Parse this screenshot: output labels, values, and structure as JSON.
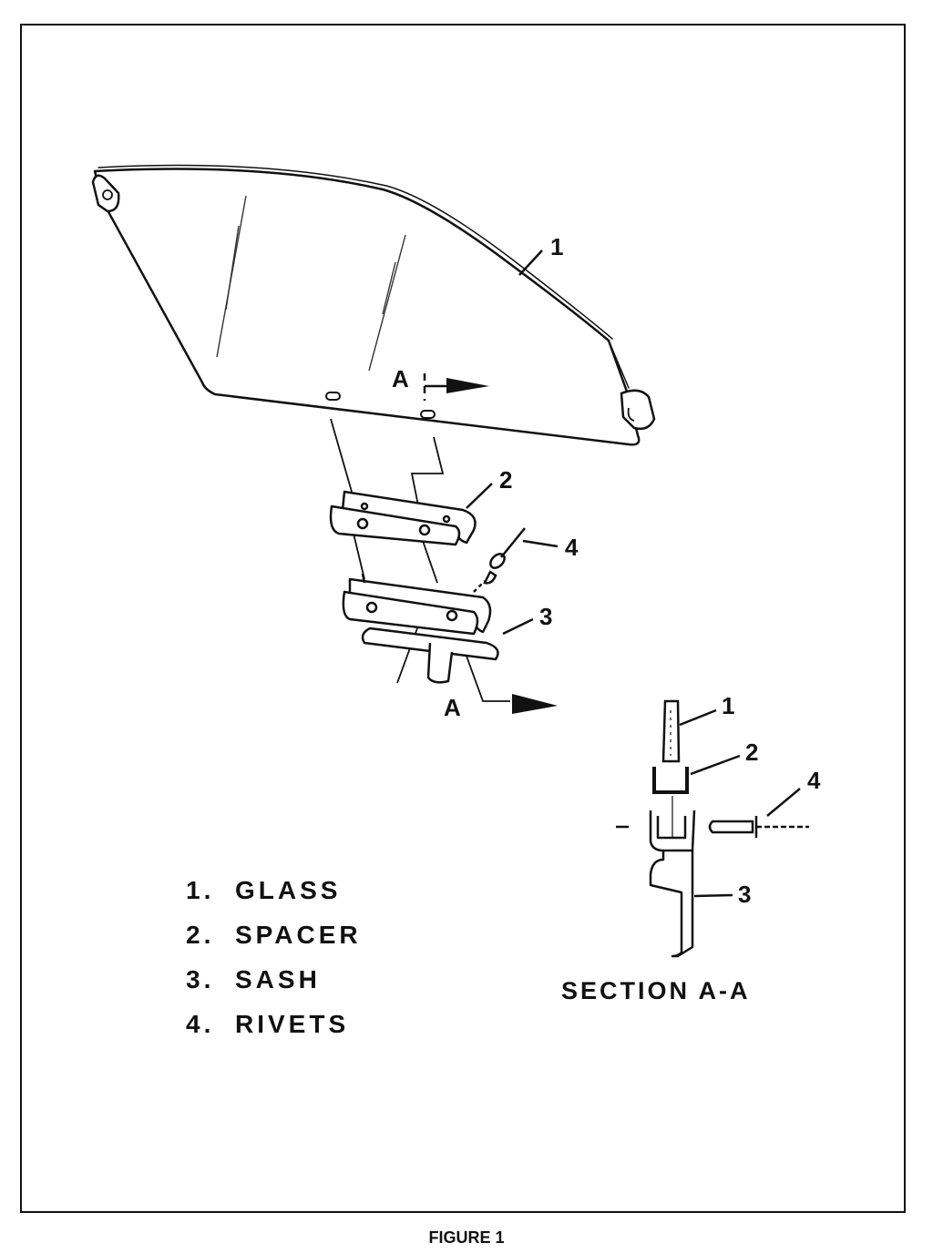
{
  "figure": {
    "caption": "FIGURE 1",
    "callouts": {
      "glass": "1",
      "spacer": "2",
      "rivets": "4",
      "sash": "3",
      "section_top": "A",
      "section_bottom": "A"
    },
    "legend": [
      {
        "num": "1.",
        "label": "GLASS"
      },
      {
        "num": "2.",
        "label": "SPACER"
      },
      {
        "num": "3.",
        "label": "SASH"
      },
      {
        "num": "4.",
        "label": "RIVETS"
      }
    ],
    "section": {
      "title": "SECTION A-A",
      "callouts": {
        "glass": "1",
        "spacer": "2",
        "rivets": "4",
        "sash": "3"
      }
    }
  }
}
